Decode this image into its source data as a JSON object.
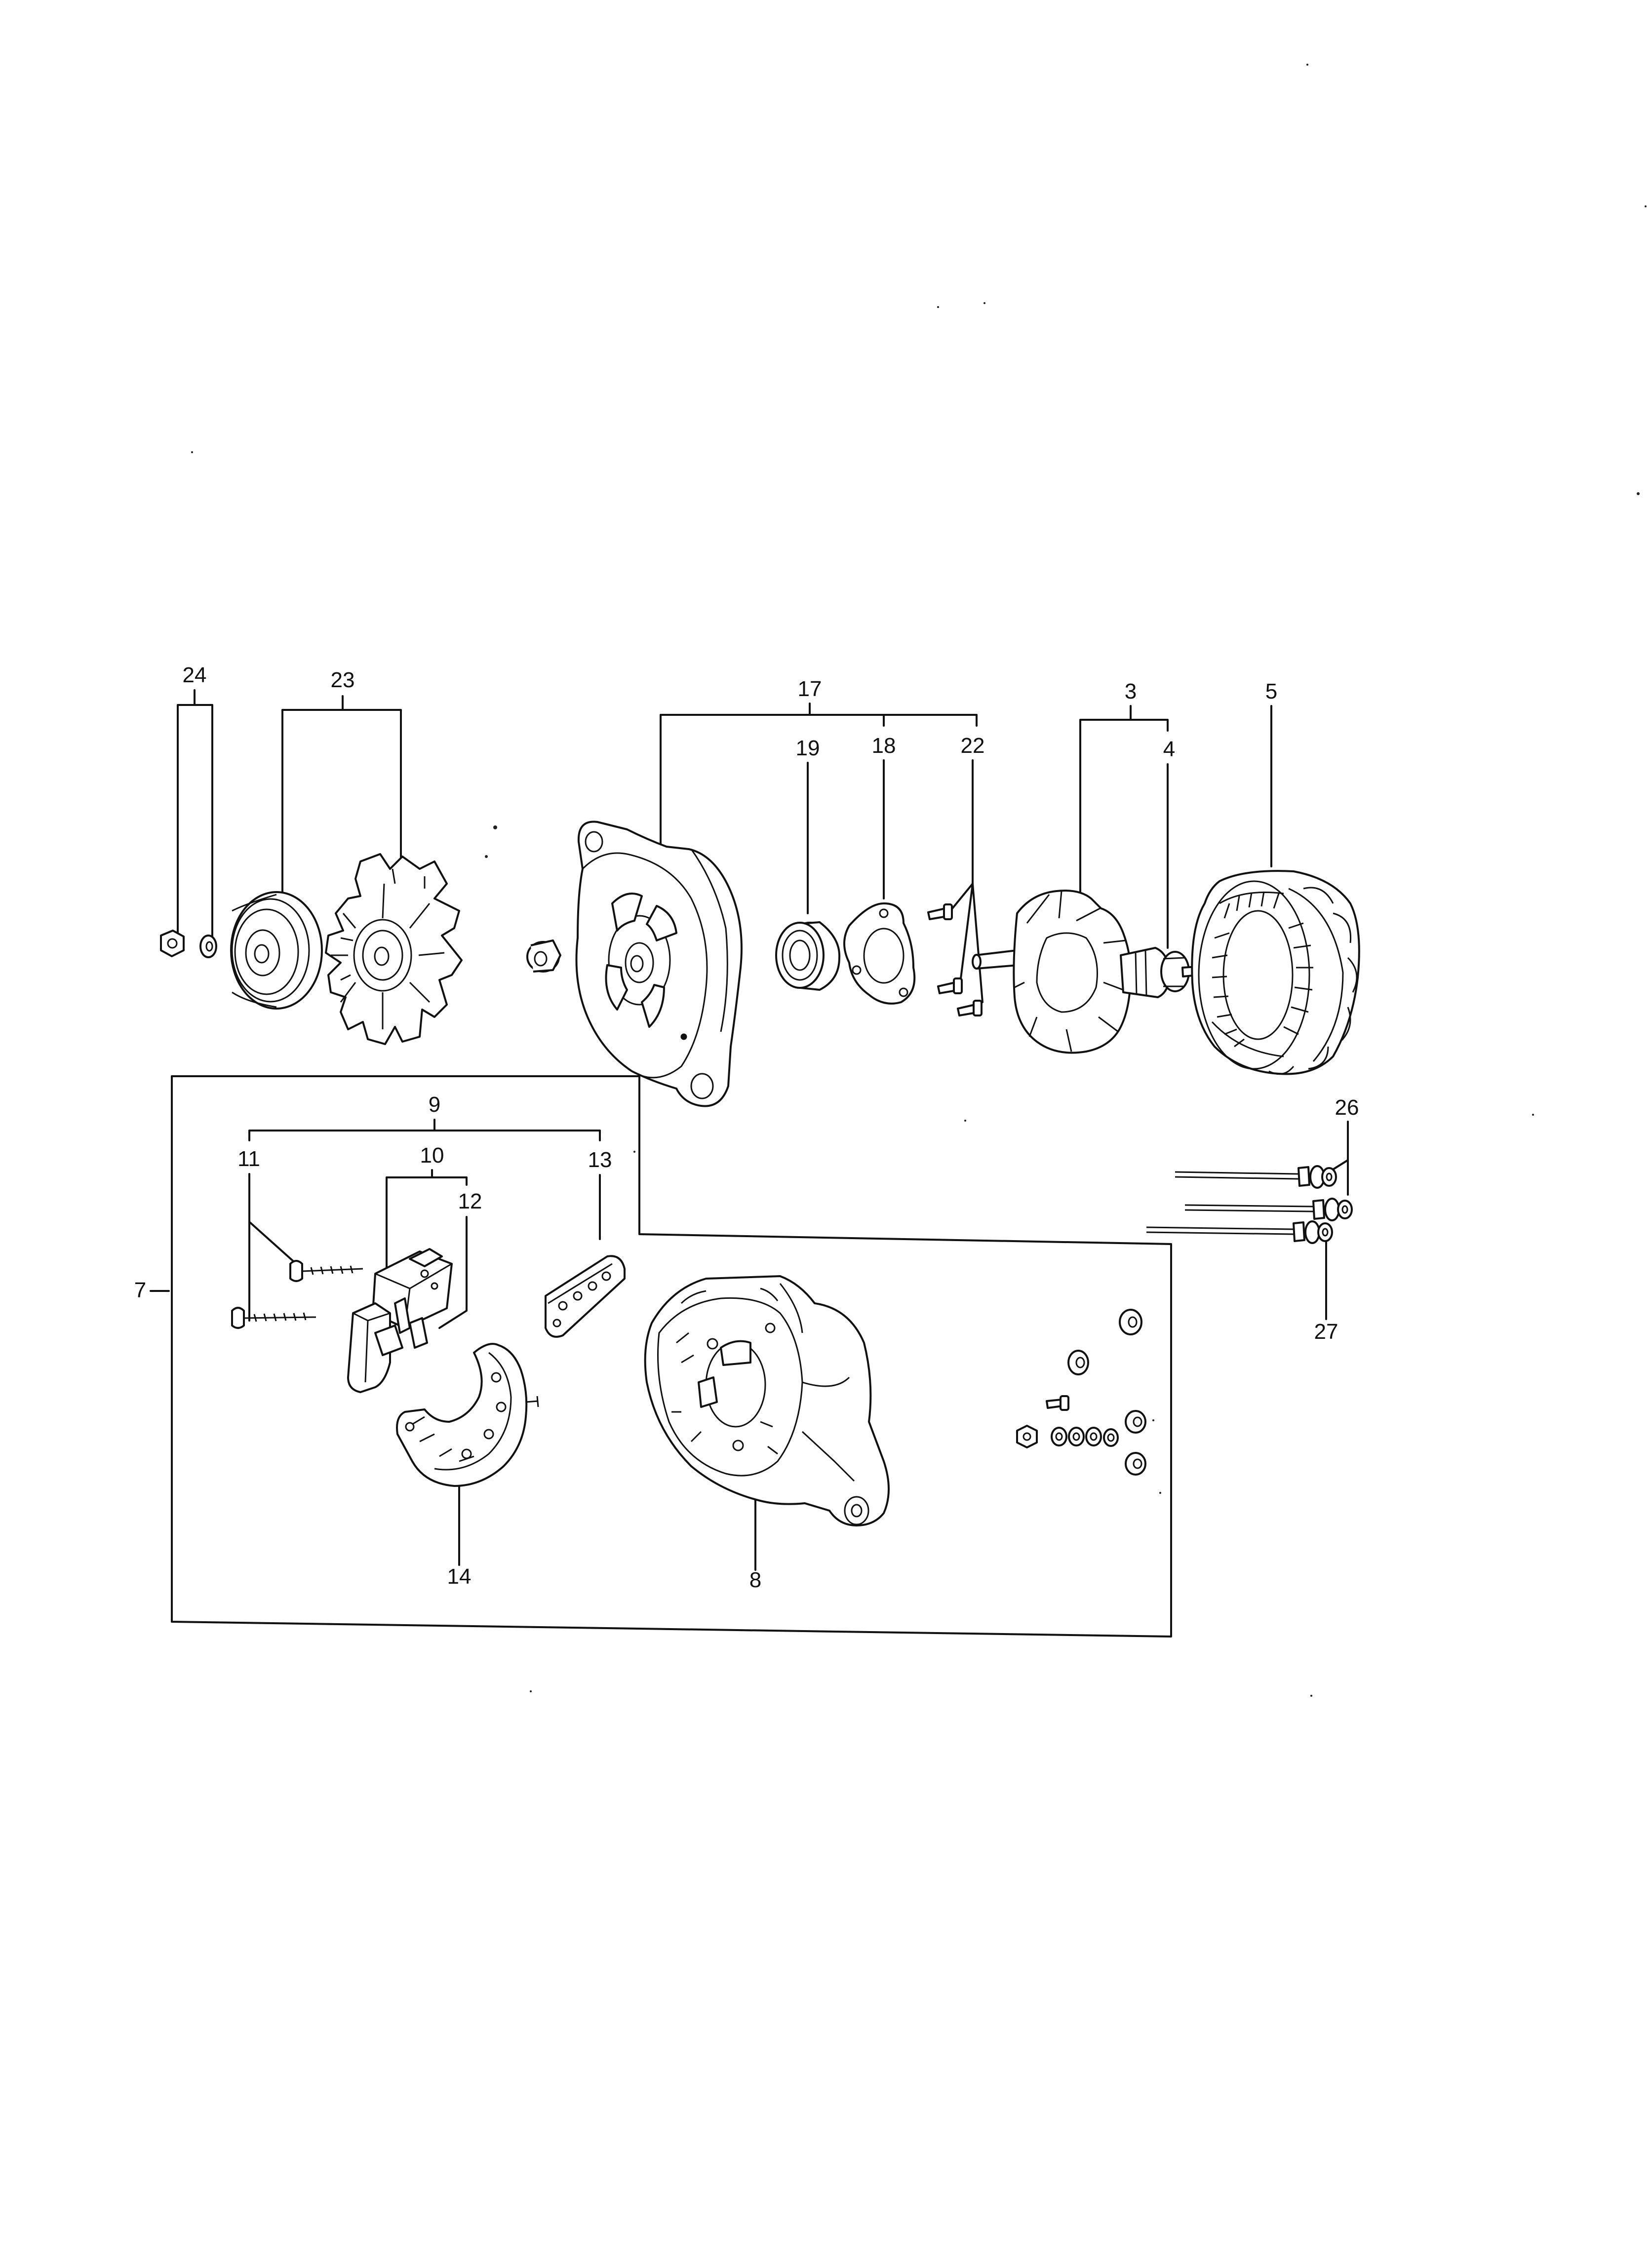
{
  "title": "",
  "callouts": {
    "c3": "3",
    "c4": "4",
    "c5": "5",
    "c7": "7",
    "c8": "8",
    "c9": "9",
    "c10": "10",
    "c11": "11",
    "c12": "12",
    "c13": "13",
    "c14": "14",
    "c17": "17",
    "c18": "18",
    "c19": "19",
    "c22": "22",
    "c23": "23",
    "c24": "24",
    "c26": "26",
    "c27": "27"
  },
  "parts": [
    "nut",
    "washer",
    "pulley",
    "fan",
    "spacer",
    "drive-end-housing",
    "ball-bearing",
    "bearing-retainer-plate",
    "retainer-screws",
    "rotor",
    "stator",
    "voltage-regulator",
    "brush-holder",
    "diode-plate",
    "rectifier",
    "slip-ring-end-housing",
    "small-hardware",
    "through-bolts",
    "bolt-washers"
  ]
}
